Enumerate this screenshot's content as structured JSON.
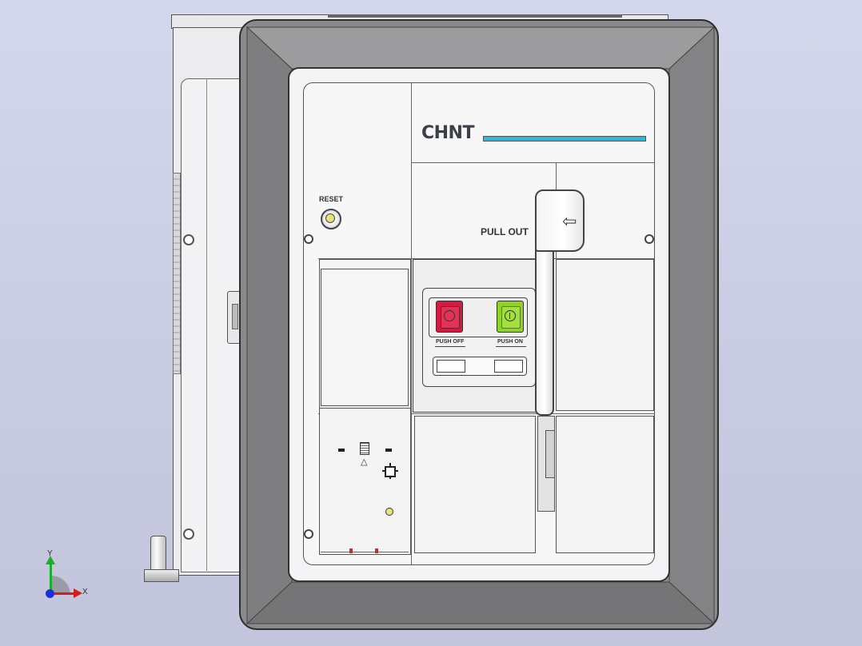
{
  "model_view": {
    "brand": {
      "logo_text": "CHNT",
      "accent_color": "#29b9df"
    },
    "reset": {
      "label": "RESET"
    },
    "drawout": {
      "label": "PULL OUT",
      "arrow_icon": "left-arrow-icon"
    },
    "push_off": {
      "label": "PUSH OFF",
      "color": "#d41a3e",
      "icon": "off-circle-icon"
    },
    "push_on": {
      "label": "PUSH ON",
      "color": "#8ed22a",
      "icon": "on-circle-icon"
    },
    "axes": {
      "x_label": "X",
      "y_label": "Y",
      "x_color": "#d31c1c",
      "y_color": "#1cad2a",
      "z_color": "#1b2ee0"
    }
  }
}
